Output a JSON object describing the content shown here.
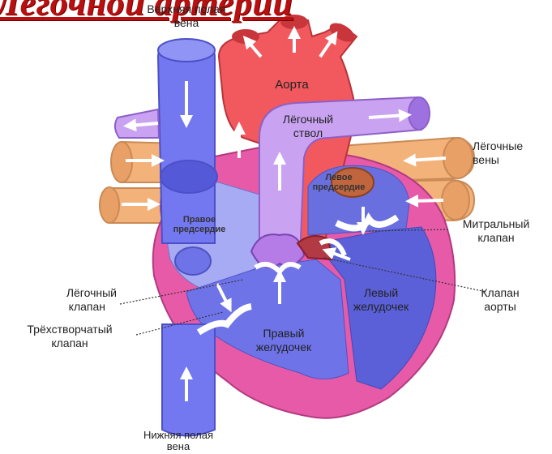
{
  "title": "Лёгочной артерии",
  "labels": {
    "svc_line1": "Верхняя полая",
    "svc_line2": "вена",
    "aorta": "Аорта",
    "pulm_trunk_line1": "Лёгочный",
    "pulm_trunk_line2": "ствол",
    "pulm_veins_line1": "Лёгочные",
    "pulm_veins_line2": "вены",
    "left_atrium_line1": "Левое",
    "left_atrium_line2": "предсердие",
    "right_atrium_line1": "Правое",
    "right_atrium_line2": "предсердие",
    "mitral_line1": "Митральный",
    "mitral_line2": "клапан",
    "aortic_valve_line1": "Клапан",
    "aortic_valve_line2": "аорты",
    "left_ventricle_line1": "Левый",
    "left_ventricle_line2": "желудочек",
    "right_ventricle_line1": "Правый",
    "right_ventricle_line2": "желудочек",
    "pulm_valve_line1": "Лёгочный",
    "pulm_valve_line2": "клапан",
    "tricuspid_line1": "Трёхстворчатый",
    "tricuspid_line2": "клапан",
    "ivc_line1": "Нижняя полая",
    "ivc_line2": "вена"
  },
  "colors": {
    "title": "#b81010",
    "vena_cava": "#6f73f0",
    "aorta": "#f2595e",
    "pulmonary_trunk": "#c9a3f2",
    "pulmonary_veins": "#f3b27a",
    "heart_wall": "#e75aa8",
    "right_chambers": "#8f97ee",
    "left_chambers": "#5e63d8",
    "valves": "#ffffff"
  }
}
